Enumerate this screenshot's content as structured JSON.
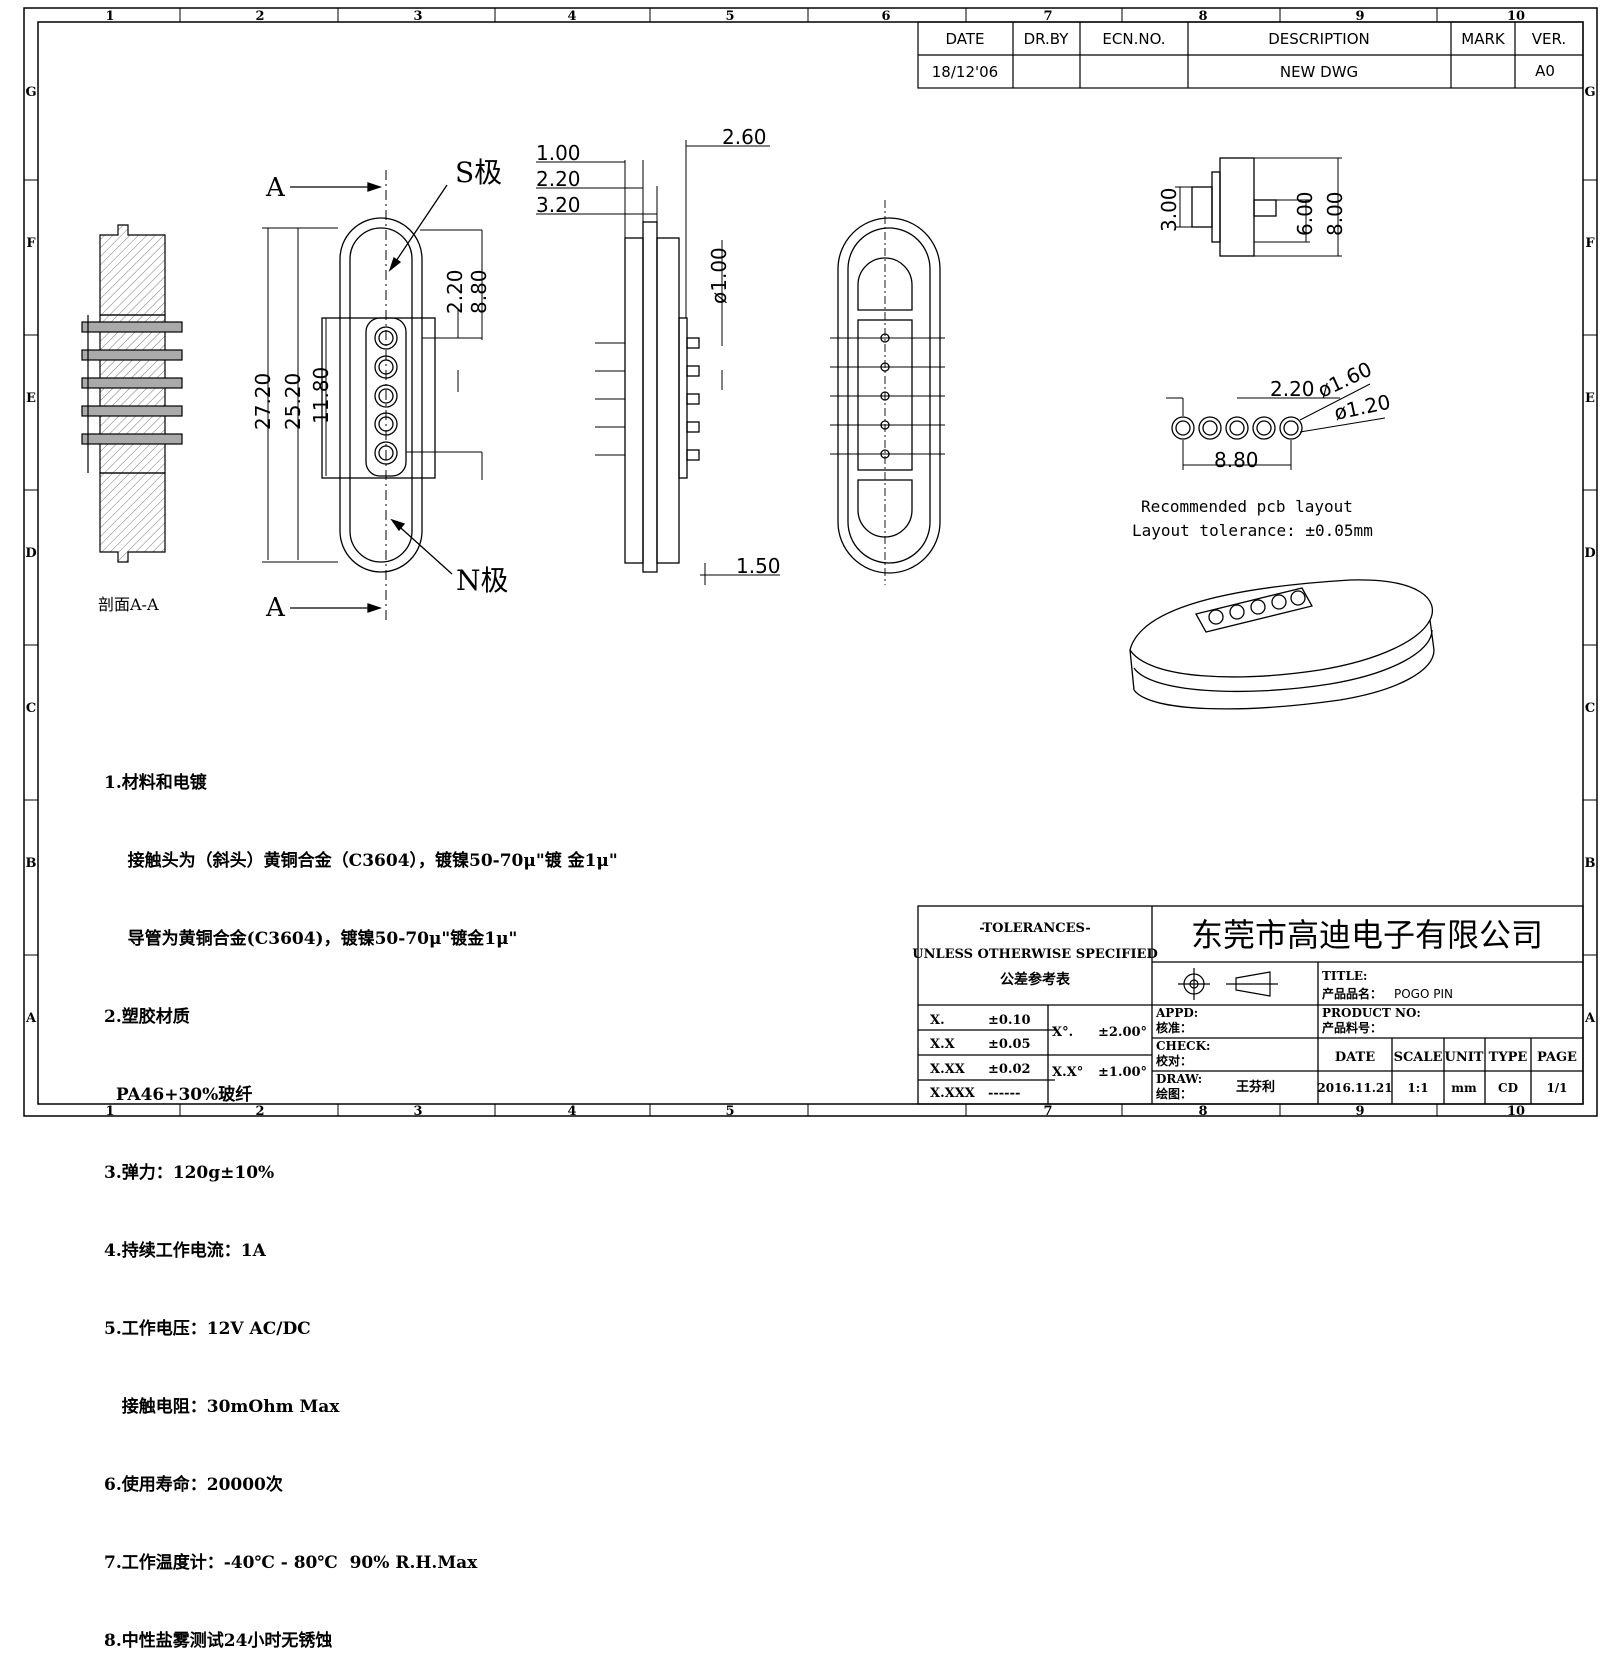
{
  "border": {
    "columns": [
      "1",
      "2",
      "3",
      "4",
      "5",
      "6",
      "7",
      "8",
      "9",
      "10"
    ],
    "rows": [
      "G",
      "F",
      "E",
      "D",
      "C",
      "B",
      "A"
    ]
  },
  "revision_table": {
    "headers": [
      "DATE",
      "DR.BY",
      "ECN.NO.",
      "DESCRIPTION",
      "MARK",
      "VER."
    ],
    "row": [
      "18/12'06",
      "",
      "",
      "NEW DWG",
      "",
      "A0"
    ]
  },
  "section_view": {
    "caption": "剖面A-A"
  },
  "front_view": {
    "section_label_top": "A",
    "section_label_bottom": "A",
    "s_pole": "S极",
    "n_pole": "N极",
    "dims": {
      "d1": "2.20",
      "d2": "8.80",
      "d3": "27.20",
      "d4": "25.20",
      "d5": "11.80"
    }
  },
  "side_view": {
    "dims": {
      "a": "1.00",
      "b": "2.20",
      "c": "3.20",
      "d": "2.60",
      "dia": "ø1.00",
      "e": "1.50"
    }
  },
  "pin_view": {
    "dims": {
      "a": "3.00",
      "b": "6.00",
      "c": "8.00"
    }
  },
  "pcb_layout": {
    "pitch": "2.20",
    "outer_dia": "ø1.60",
    "inner_dia": "ø1.20",
    "span": "8.80",
    "caption1": "Recommended pcb layout",
    "caption2": "Layout tolerance: ±0.05mm"
  },
  "notes": [
    "1.材料和电镀",
    "    接触头为（斜头）黄铜合金（C3604），镀镍50-70μ\"镀 金1μ\"",
    "    导管为黄铜合金(C3604)，镀镍50-70μ\"镀金1μ\"",
    "2.塑胶材质",
    "  PA46+30%玻纤",
    "3.弹力：120g±10%",
    "4.持续工作电流：1A",
    "5.工作电压：12V AC/DC",
    "   接触电阻：30mOhm Max",
    "6.使用寿命：20000次",
    "7.工作温度计：-40℃ - 80℃  90% R.H.Max",
    "8.中性盐雾测试24小时无锈蚀"
  ],
  "title_block": {
    "tol_title": "-TOLERANCES-",
    "tol_sub": "UNLESS OTHERWISE SPECIFIED",
    "tol_cn": "公差参考表",
    "tol_rows": [
      {
        "k": "X.",
        "v": "±0.10"
      },
      {
        "k": "X.X",
        "v": "±0.05"
      },
      {
        "k": "X.XX",
        "v": "±0.02"
      },
      {
        "k": "X.XXX",
        "v": "------"
      }
    ],
    "ang_rows": [
      {
        "k": "X°.",
        "v": "±2.00°"
      },
      {
        "k": "X.X°",
        "v": "±1.00°"
      }
    ],
    "company": "东莞市高迪电子有限公司",
    "title_label": "TITLE:",
    "product_name_label": "产品品名：",
    "product_name": "POGO PIN",
    "appd": "APPD:",
    "appd_cn": "核准：",
    "product_no": "PRODUCT NO:",
    "product_no_cn": "产品料号：",
    "check": "CHECK:",
    "check_cn": "校对：",
    "draw": "DRAW:",
    "draw_cn": "绘图：",
    "drawer": "王芬利",
    "info_headers": [
      "DATE",
      "SCALE",
      "UNIT",
      "TYPE",
      "PAGE"
    ],
    "info_values": [
      "2016.11.21",
      "1:1",
      "mm",
      "CD",
      "1/1"
    ]
  }
}
